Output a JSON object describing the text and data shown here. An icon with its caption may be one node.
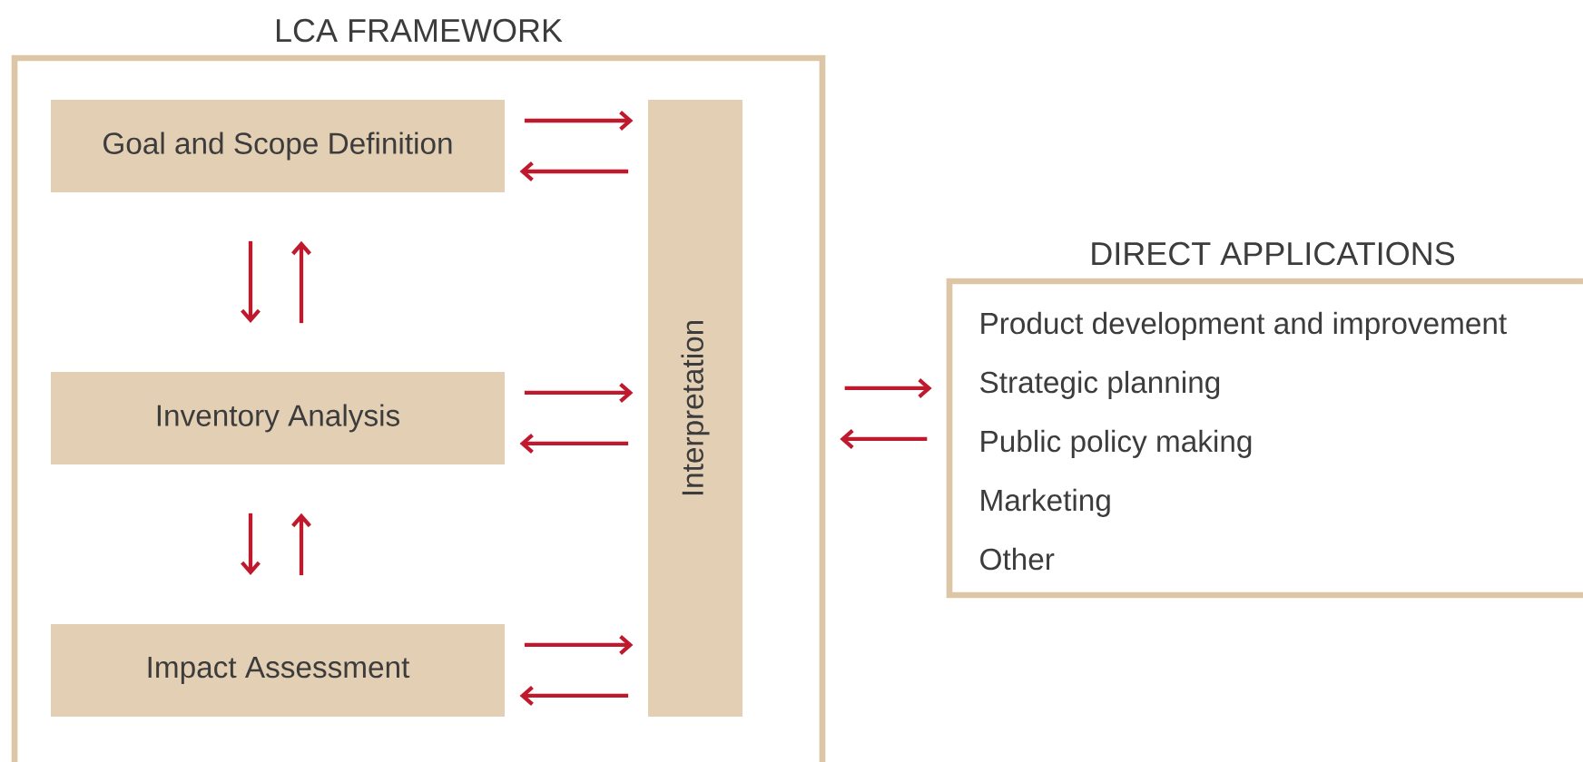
{
  "diagram": {
    "nodes": [
      {
        "text": [
          "LCA FRAMEWORK"
        ]
      },
      {
        "text": [
          "Goal and Scope Definition"
        ],
        "in": 0
      },
      {
        "text": [
          "Inventory Analysis"
        ],
        "in": 0
      },
      {
        "text": [
          "Impact Assessment"
        ],
        "in": 0
      },
      {
        "text": [
          "Interpretation"
        ],
        "in": 0
      },
      {
        "text": [
          "DIRECT APPLICATIONS",
          "Product development and improvement",
          "Strategic planning",
          "Public policy making",
          "Marketing",
          "Other"
        ]
      }
    ],
    "edges": [
      {
        "from": 1,
        "to": 4,
        "arrow": "to"
      },
      {
        "from": 4,
        "to": 1,
        "arrow": "to"
      },
      {
        "from": 1,
        "to": 2,
        "arrow": "to"
      },
      {
        "from": 2,
        "to": 1,
        "arrow": "to"
      },
      {
        "from": 2,
        "to": 4,
        "arrow": "to"
      },
      {
        "from": 4,
        "to": 2,
        "arrow": "to"
      },
      {
        "from": 2,
        "to": 3,
        "arrow": "to"
      },
      {
        "from": 3,
        "to": 2,
        "arrow": "to"
      },
      {
        "from": 3,
        "to": 4,
        "arrow": "to"
      },
      {
        "from": 4,
        "to": 3,
        "arrow": "to"
      },
      {
        "from": 0,
        "to": 5,
        "arrow": "to"
      },
      {
        "from": 5,
        "to": 0,
        "arrow": "to"
      }
    ]
  }
}
